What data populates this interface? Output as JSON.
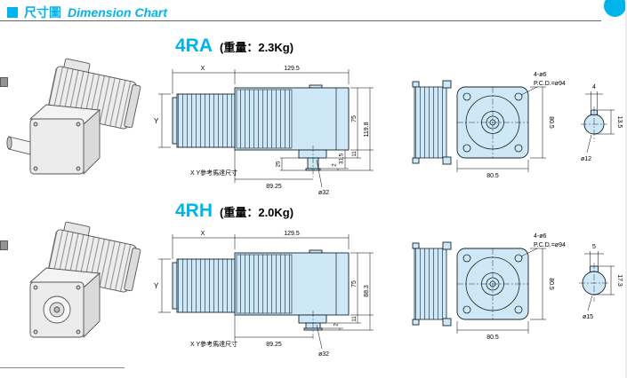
{
  "header": {
    "title_zh": "尺寸圖",
    "title_en": "Dimension Chart"
  },
  "colors": {
    "accent": "#00b3ea",
    "drawing_fill": "#cfe8f7",
    "line": "#15232e"
  },
  "sections": [
    {
      "model": "4RA",
      "weight": "(重量：2.3Kg)",
      "side": {
        "x": "X",
        "len": "129.5",
        "y": "Y",
        "h75": "75",
        "h11": "11",
        "total": "119.8",
        "d25": "25",
        "d31_5": "31.5",
        "d2": "2",
        "w89": "89.25",
        "boss": "ø32",
        "note": "X Y參考馬達尺寸"
      },
      "front": {
        "holes": "4-ø6",
        "pcd": "P.C.D.=ø94",
        "w": "80.5",
        "h": "80.5"
      },
      "shaft": {
        "key": "4",
        "height": "13.5",
        "dia": "ø12"
      }
    },
    {
      "model": "4RH",
      "weight": "(重量：2.0Kg)",
      "side": {
        "x": "X",
        "len": "129.5",
        "y": "Y",
        "h75": "75",
        "h11": "11",
        "total": "88.3",
        "d2": "2",
        "w89": "89.25",
        "boss": "ø32",
        "note": "X Y參考馬達尺寸"
      },
      "front": {
        "holes": "4-ø6",
        "pcd": "P.C.D.=ø94",
        "w": "80.5",
        "h": "80.5"
      },
      "shaft": {
        "key": "5",
        "height": "17.3",
        "dia": "ø15"
      }
    }
  ]
}
